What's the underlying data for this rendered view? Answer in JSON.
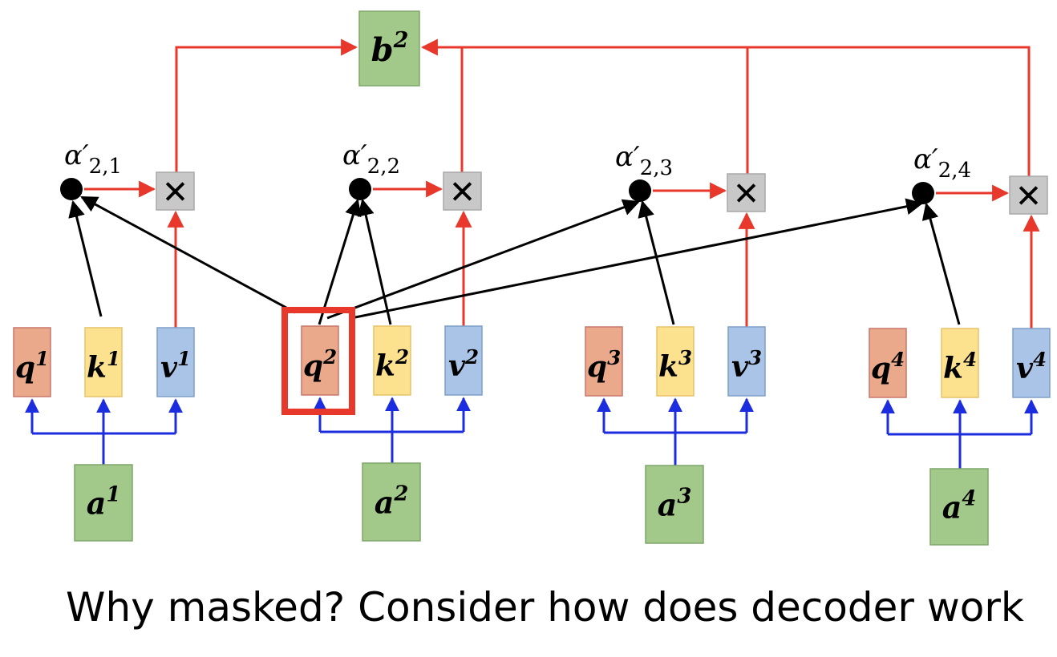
{
  "caption": "Why masked?  Consider how does decoder work",
  "output": {
    "base": "b",
    "sup": "2"
  },
  "multiply_symbol": "✕",
  "colors": {
    "query_fill": "#e9a98a",
    "query_stroke": "#c9776a",
    "key_fill": "#fce28f",
    "key_stroke": "#e7c36a",
    "value_fill": "#a9c4e7",
    "value_stroke": "#7e9fc9",
    "input_fill": "#a3c98a",
    "input_stroke": "#7fa56a",
    "mult_fill": "#c8c8c8",
    "mult_stroke": "#a8a8a8",
    "red_line": "#e8372b",
    "blue_line": "#1c2de0",
    "black_line": "#000000",
    "highlight": "#e8372b"
  },
  "groups": [
    {
      "index": "1",
      "query": "q",
      "key": "k",
      "value": "v",
      "input": "a",
      "alpha_symbol": "α′",
      "alpha_subscript": "2,1"
    },
    {
      "index": "2",
      "query": "q",
      "key": "k",
      "value": "v",
      "input": "a",
      "alpha_symbol": "α′",
      "alpha_subscript": "2,2",
      "highlighted": true
    },
    {
      "index": "3",
      "query": "q",
      "key": "k",
      "value": "v",
      "input": "a",
      "alpha_symbol": "α′",
      "alpha_subscript": "2,3"
    },
    {
      "index": "4",
      "query": "q",
      "key": "k",
      "value": "v",
      "input": "a",
      "alpha_symbol": "α′",
      "alpha_subscript": "2,4"
    }
  ]
}
